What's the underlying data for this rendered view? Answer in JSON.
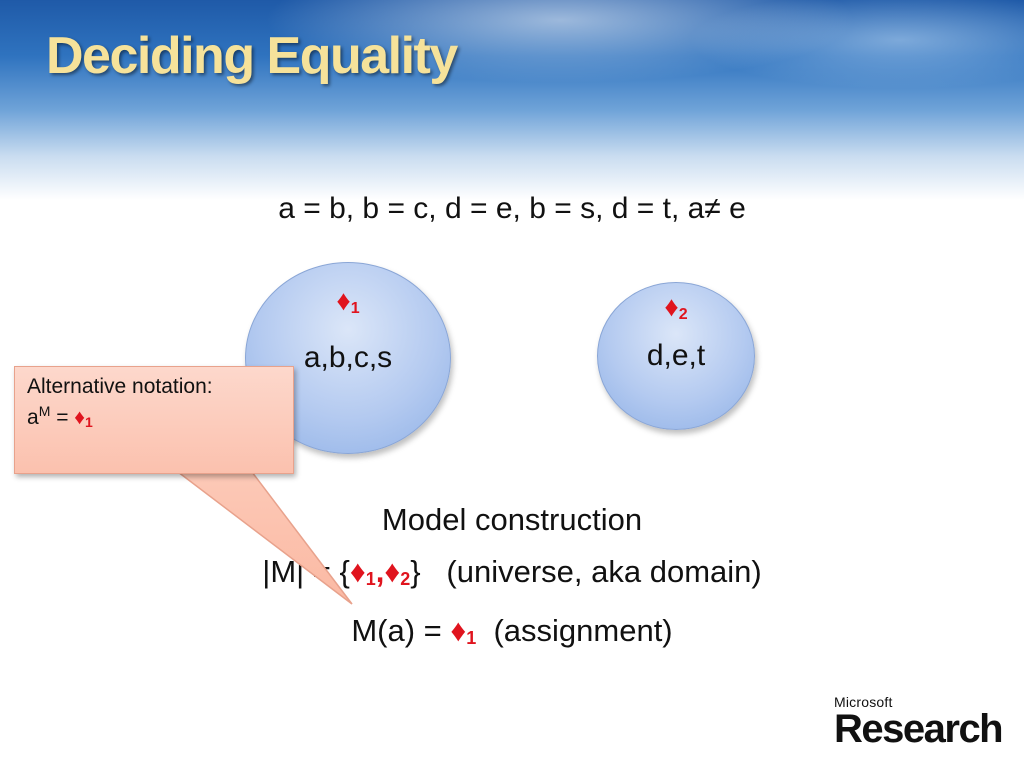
{
  "slide": {
    "title": "Deciding Equality",
    "equations": "a = b, b = c, d = e, b = s, d = t, a≠ e"
  },
  "classes": [
    {
      "symbol": "♦",
      "subscript": "1",
      "members": "a,b,c,s"
    },
    {
      "symbol": "♦",
      "subscript": "2",
      "members": "d,e,t"
    }
  ],
  "callout": {
    "heading": "Alternative notation:",
    "base": "a",
    "superscript": "M",
    "equals": " = ",
    "symbol": "♦",
    "subscript": "1"
  },
  "model": {
    "heading": "Model construction",
    "universe_prefix": "|M| = {",
    "universe_symbol_1": "♦",
    "universe_sub_1": "1",
    "universe_sep": ",",
    "universe_symbol_2": "♦",
    "universe_sub_2": "2",
    "universe_suffix": "}   (universe, aka domain)",
    "assign_prefix": "M(a) = ",
    "assign_symbol": "♦",
    "assign_sub": "1",
    "assign_suffix": "  (assignment)"
  },
  "logo": {
    "small": "Microsoft",
    "large": "Research"
  },
  "colors": {
    "title": "#f6e29a",
    "accent_red": "#e0141e",
    "circle_fill": "#b4caf0",
    "callout_fill": "#fbc1ae"
  }
}
